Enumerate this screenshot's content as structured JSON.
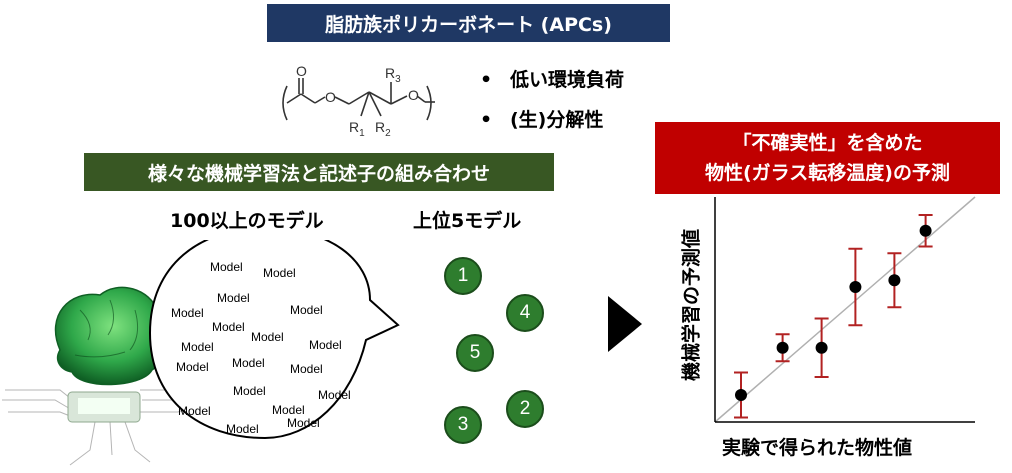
{
  "header": {
    "title": "脂肪族ポリカーボネート (APCs)"
  },
  "structure": {
    "atom_o_carbonyl": "O",
    "atom_o_ester": "O",
    "atom_o_ether": "O",
    "r3": "R",
    "r3_sub": "3",
    "r1": "R",
    "r1_sub": "1",
    "r2": "R",
    "r2_sub": "2"
  },
  "benefits": {
    "bullet": "•",
    "items": [
      "低い環境負荷",
      "(生)分解性"
    ]
  },
  "ml": {
    "title": "様々な機械学習法と記述子の組み合わせ",
    "many_label": "100以上のモデル",
    "top_label": "上位5モデル",
    "model_word": "Model",
    "top_models": [
      "1",
      "4",
      "5",
      "2",
      "3"
    ]
  },
  "prediction": {
    "title_line1": "「不確実性」を含めた",
    "title_line2": "物性(ガラス転移温度)の予測"
  },
  "colors": {
    "navy": "#1f3864",
    "green": "#385723",
    "red": "#c00000",
    "error_bar": "#b22222",
    "circle_fill": "#2e7d2e"
  },
  "chart_data": {
    "type": "scatter",
    "title": "",
    "xlabel": "実験で得られた物性値",
    "ylabel": "機械学習の予測値",
    "xlim": [
      0,
      10
    ],
    "ylim": [
      0,
      10
    ],
    "grid": false,
    "legend": "none",
    "diagonal": true,
    "points": [
      {
        "x": 1.0,
        "y": 1.2,
        "err": 1.0
      },
      {
        "x": 2.6,
        "y": 3.3,
        "err": 0.6
      },
      {
        "x": 4.1,
        "y": 3.3,
        "err": 1.3
      },
      {
        "x": 5.4,
        "y": 6.0,
        "err": 1.7
      },
      {
        "x": 6.9,
        "y": 6.3,
        "err": 1.2
      },
      {
        "x": 8.1,
        "y": 8.5,
        "err": 0.7
      }
    ]
  }
}
